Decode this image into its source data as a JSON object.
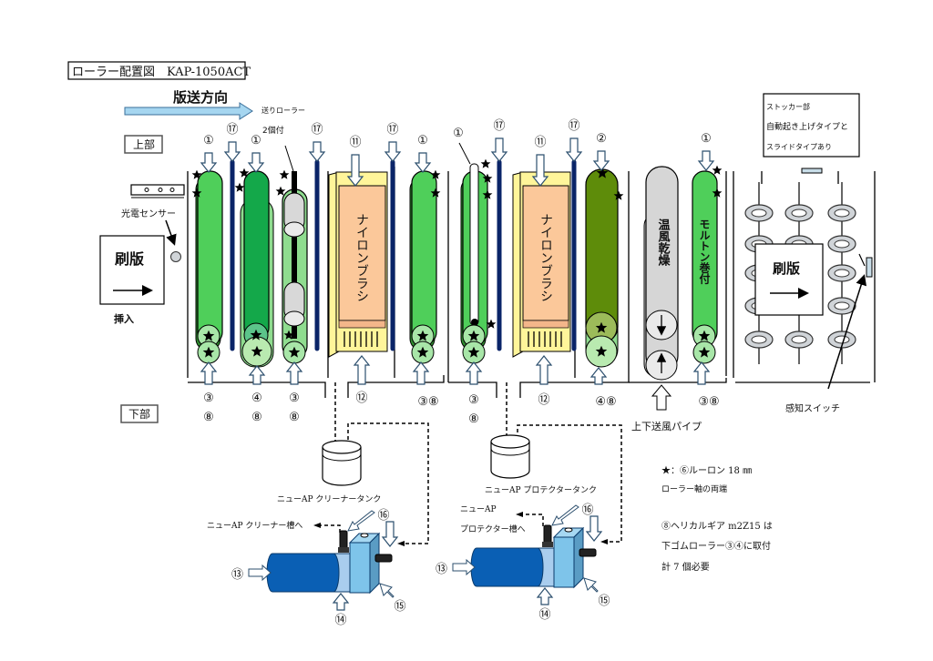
{
  "title": "ローラー配置図　KAP-1050ACT",
  "direction_label": "版送方向",
  "feed_roller_note": [
    "送りローラー",
    "2個付"
  ],
  "upper_label": "上部",
  "lower_label": "下部",
  "sensor_label": "光電センサー",
  "plate_label": "刷版",
  "insert_label": "挿入",
  "stacker_note": [
    "ストッカー部",
    "自動起き上げタイプと",
    "スライドタイプあり"
  ],
  "stacker_plate_label": "刷版",
  "detect_switch_label": "感知スイッチ",
  "nylon_brush_label": "ナイロンブラシ",
  "warm_air_label": "温風乾燥",
  "molton_label": "モルトン巻付",
  "air_pipe_label": "上下送風パイプ",
  "top_markers": [
    "①",
    "⑰",
    "①",
    "⑰",
    "⑪",
    "⑰",
    "①",
    "①",
    "⑰",
    "⑪",
    "⑰",
    "②",
    "①"
  ],
  "bottom_markers": [
    {
      "top": "③",
      "bottom": "⑧"
    },
    {
      "top": "④",
      "bottom": "⑧"
    },
    {
      "top": "③",
      "bottom": "⑧"
    },
    {
      "top": "⑫",
      "bottom": ""
    },
    {
      "top": "③⑧",
      "bottom": ""
    },
    {
      "top": "③",
      "bottom": "⑧"
    },
    {
      "top": "⑫",
      "bottom": ""
    },
    {
      "top": "④⑧",
      "bottom": ""
    },
    {
      "top": "③⑧",
      "bottom": ""
    }
  ],
  "cleaner_tank_label": "ニューAP クリーナータンク",
  "cleaner_outlet_label": "ニューAP クリーナー槽へ",
  "protector_tank_label": "ニューAP プロテクタータンク",
  "protector_outlet_label": [
    "ニューAP",
    "プロテクター槽へ"
  ],
  "pump_markers": {
    "motor": "⑬",
    "coupling": "⑭",
    "body": "⑮",
    "fitting": "⑯"
  },
  "legend": [
    "★：⑥ルーロン 18 ㎜",
    "ローラー軸の両端",
    "",
    "⑧ヘリカルギア m2Z15 は",
    "下ゴムローラー③④に取付",
    "計 7 個必要"
  ],
  "colors": {
    "roller_green": "#4fcf5a",
    "roller_dark_green": "#14a84a",
    "roller_light_green": "#a8e6a8",
    "olive_roller": "#5e8c0a",
    "brush_orange": "#fbc89a",
    "brush_yellow": "#fff59a",
    "guide_navy": "#0a2468",
    "dryer_gray": "#d6d6d6",
    "arrow_blue": "#a6d6f0",
    "motor_blue": "#0a5fb4",
    "pump_light_blue": "#7ec4ea"
  }
}
